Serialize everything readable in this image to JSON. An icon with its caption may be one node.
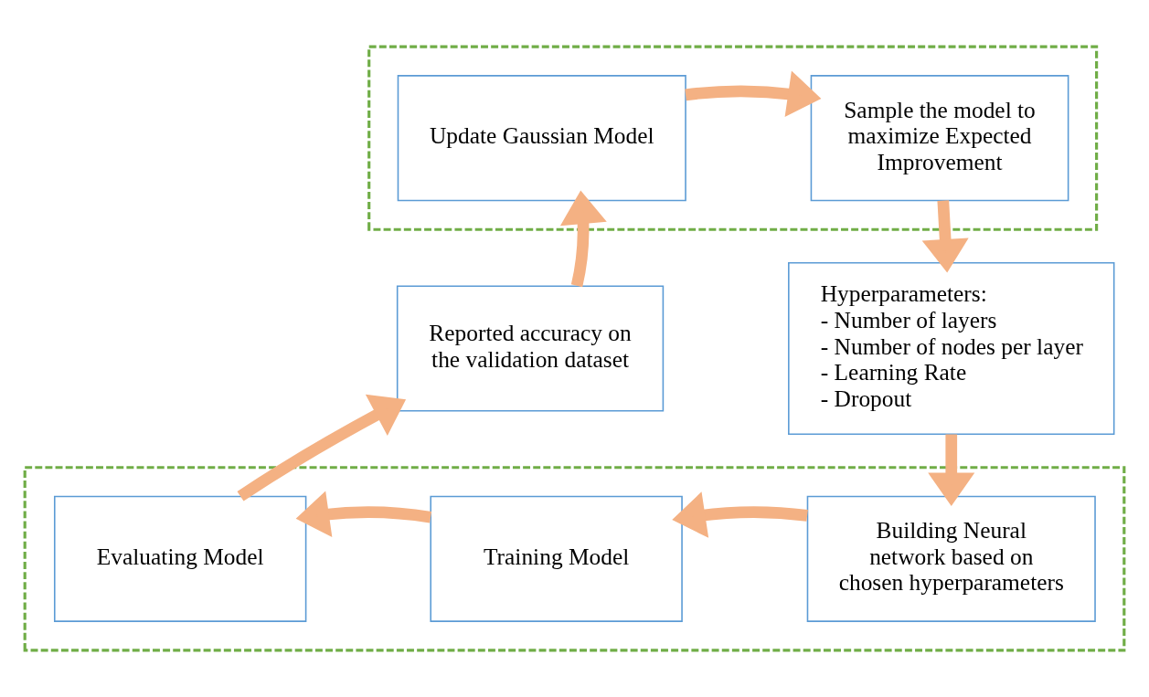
{
  "diagram": {
    "nodes": [
      {
        "text": [],
        "shape": "box"
      },
      {
        "text": [
          "Update Gaussian Model"
        ],
        "in": 0
      },
      {
        "text": [
          "Sample the model to maximize Expected Improvement"
        ],
        "in": 0
      },
      {
        "text": [
          "Hyperparameters:",
          "- Number of layers",
          "- Number of nodes per layer",
          "- Learning Rate",
          "- Dropout"
        ]
      },
      {
        "text": [],
        "shape": "box"
      },
      {
        "text": [
          "Building Neural network based on chosen hyperparameters"
        ],
        "in": 4
      },
      {
        "text": [
          "Training Model"
        ],
        "in": 4
      },
      {
        "text": [
          "Evaluating Model"
        ],
        "in": 4
      },
      {
        "text": [
          "Reported accuracy on the validation dataset"
        ]
      }
    ],
    "edges": [
      {
        "from": 1,
        "to": 2,
        "arrow": "to"
      },
      {
        "from": 2,
        "to": 3,
        "arrow": "to"
      },
      {
        "from": 3,
        "to": 5,
        "arrow": "to"
      },
      {
        "from": 5,
        "to": 6,
        "arrow": "to"
      },
      {
        "from": 6,
        "to": 7,
        "arrow": "to"
      },
      {
        "from": 7,
        "to": 8,
        "arrow": "to"
      },
      {
        "from": 8,
        "to": 1,
        "arrow": "to"
      }
    ]
  }
}
